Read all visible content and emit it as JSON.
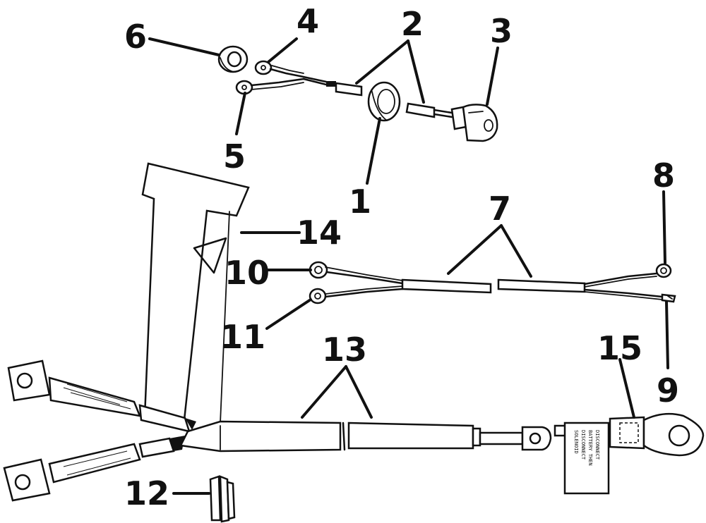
{
  "callouts": {
    "c1": "1",
    "c2": "2",
    "c3": "3",
    "c4": "4",
    "c5": "5",
    "c6": "6",
    "c7": "7",
    "c8": "8",
    "c9": "9",
    "c10": "10",
    "c11": "11",
    "c12": "12",
    "c13": "13",
    "c14": "14",
    "c15": "15"
  },
  "warning_sticker_lines": [
    "DISCONNECT",
    "BATTERY THEN",
    "DISCONNECT",
    "SOLENOID"
  ]
}
